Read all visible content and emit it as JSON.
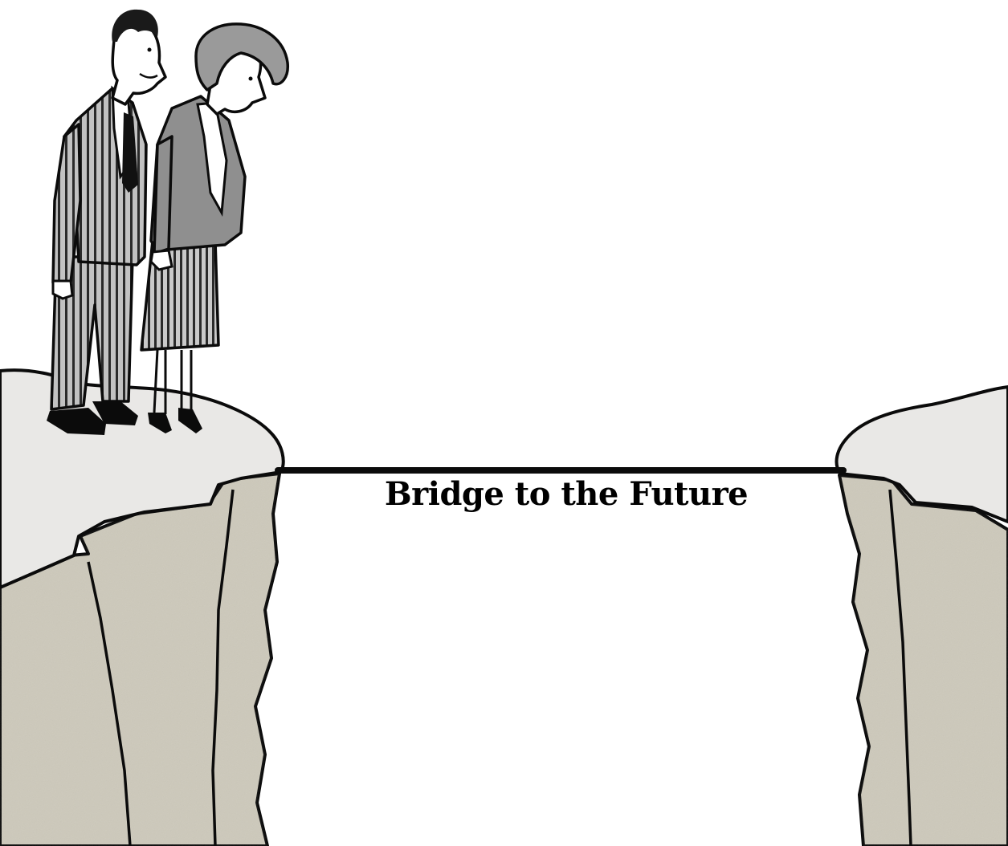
{
  "caption": "Bridge to the Future",
  "colors": {
    "ink": "#0b0b0b",
    "cliff_top": "#e9e8e6",
    "cliff_face": "#cdc9bb",
    "cliff_face_dark": "#bfbaa9",
    "suit_light": "#bdbdbd",
    "jacket": "#8f8f8f",
    "background": "#ffffff"
  },
  "icons": {
    "man": "businessman-figure",
    "woman": "businesswoman-figure",
    "bridge": "tightrope-line"
  }
}
